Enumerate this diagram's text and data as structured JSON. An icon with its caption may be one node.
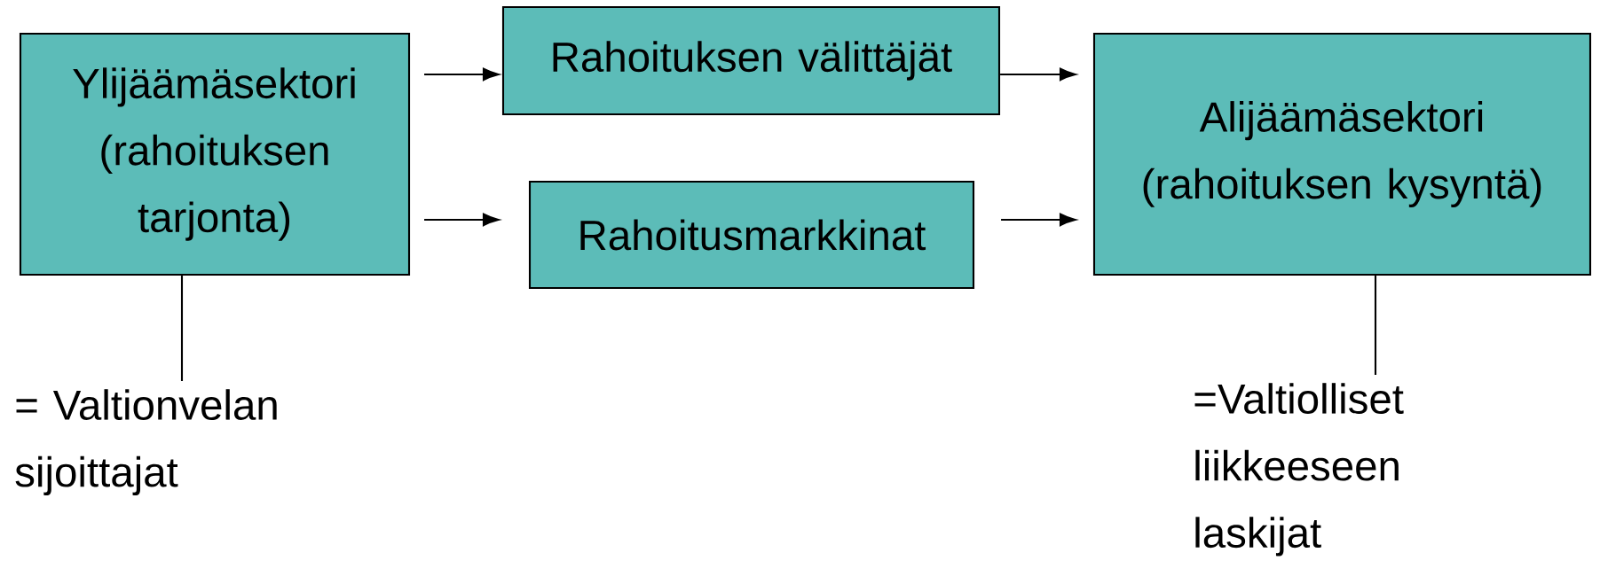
{
  "diagram": {
    "nodes": [
      {
        "text": [
          "Ylijäämäsektori (rahoituksen tarjonta)"
        ]
      },
      {
        "text": [
          "Rahoituksen välittäjät"
        ]
      },
      {
        "text": [
          "Rahoitusmarkkinat"
        ]
      },
      {
        "text": [
          "Alijäämäsektori (rahoituksen kysyntä)"
        ]
      },
      {
        "text": [
          "= Valtionvelan sijoittajat"
        ]
      },
      {
        "text": [
          "=Valtiolliset liikkeeseen laskijat"
        ]
      }
    ],
    "edges": [
      {
        "from": 0,
        "to": 1,
        "arrow": "to"
      },
      {
        "from": 0,
        "to": 2,
        "arrow": "to"
      },
      {
        "from": 1,
        "to": 3,
        "arrow": "to"
      },
      {
        "from": 2,
        "to": 3,
        "arrow": "to"
      },
      {
        "from": 0,
        "to": 4,
        "arrow": "none"
      },
      {
        "from": 3,
        "to": 5,
        "arrow": "none"
      }
    ]
  }
}
